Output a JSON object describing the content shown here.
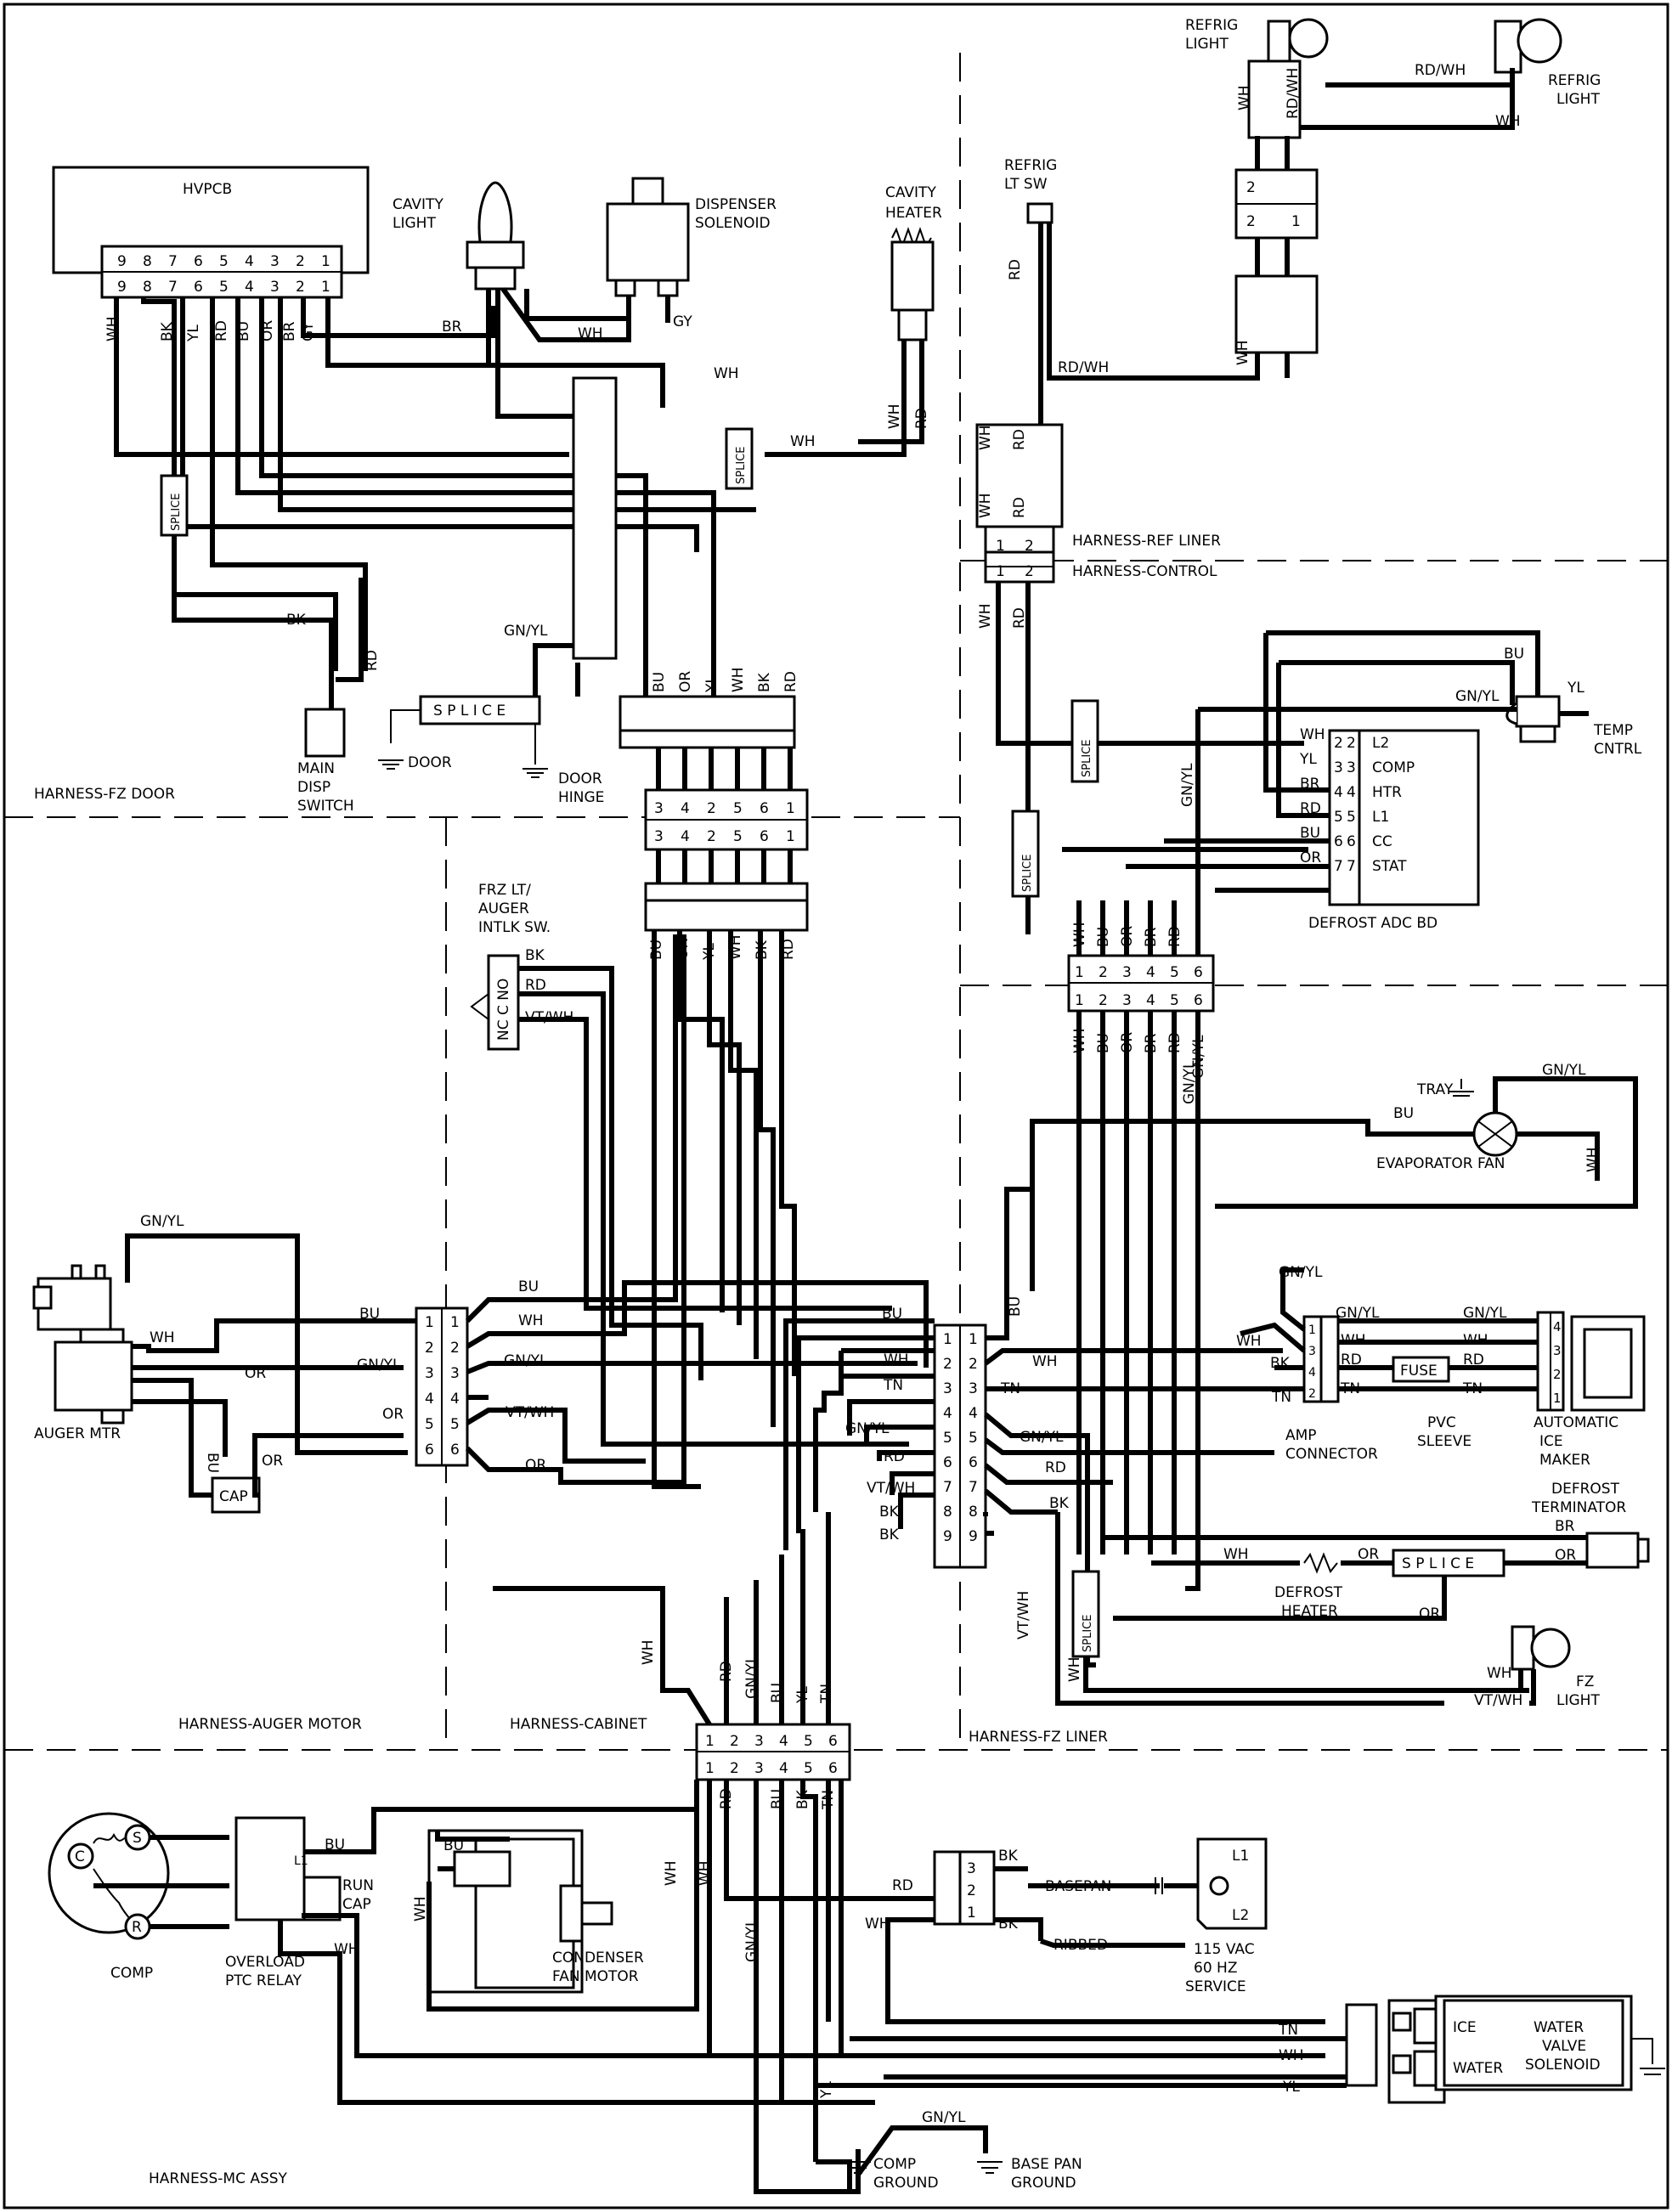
{
  "labels": {
    "hvpcb": "HVPCB",
    "cavity_light": [
      "CAVITY",
      "LIGHT"
    ],
    "dispenser_solenoid": [
      "DISPENSER",
      "SOLENOID"
    ],
    "cavity_heater": [
      "CAVITY",
      "HEATER"
    ],
    "refrig_light_left": [
      "REFRIG",
      "LIGHT"
    ],
    "refrig_light_right": [
      "REFRIG",
      "LIGHT"
    ],
    "refrig_lt_sw": [
      "REFRIG",
      "LT SW"
    ],
    "harness_ref_liner": "HARNESS-REF LINER",
    "harness_control": "HARNESS-CONTROL",
    "temp_cntrl": [
      "TEMP",
      "CNTRL"
    ],
    "defrost_adc_bd": "DEFROST ADC BD",
    "main_disp_switch": [
      "MAIN",
      "DISP",
      "SWITCH"
    ],
    "door": "DOOR",
    "door_hinge": [
      "DOOR",
      "HINGE"
    ],
    "harness_fz_door": "HARNESS-FZ DOOR",
    "frz_lt_auger": [
      "FRZ LT/",
      "AUGER",
      "INTLK SW."
    ],
    "nc_c_no": "NC C NO",
    "tray": "TRAY",
    "evaporator_fan": "EVAPORATOR FAN",
    "auger_mtr": "AUGER MTR",
    "cap": "CAP",
    "amp_connector": [
      "AMP",
      "CONNECTOR"
    ],
    "pvc_sleeve": [
      "PVC",
      "SLEEVE"
    ],
    "automatic_ice_maker": [
      "AUTOMATIC",
      "ICE",
      "MAKER"
    ],
    "fuse": "FUSE",
    "defrost_terminator": [
      "DEFROST",
      "TERMINATOR"
    ],
    "defrost_heater": [
      "DEFROST",
      "HEATER"
    ],
    "fz_light": [
      "FZ",
      "LIGHT"
    ],
    "harness_auger_motor": "HARNESS-AUGER MOTOR",
    "harness_cabinet": "HARNESS-CABINET",
    "harness_fz_liner": "HARNESS-FZ LINER",
    "comp": "COMP",
    "overload_ptc_relay": [
      "OVERLOAD",
      "PTC RELAY"
    ],
    "run_cap": [
      "RUN",
      "CAP"
    ],
    "condenser_fan_motor": [
      "CONDENSER",
      "FAN MOTOR"
    ],
    "basepan": "BASEPAN",
    "ribbed": "RIBBED",
    "service": [
      "115 VAC",
      "60 HZ",
      "SERVICE"
    ],
    "ice_water_valve": [
      "ICE",
      "WATER",
      "VALVE",
      "WATER",
      "SOLENOID"
    ],
    "comp_ground": [
      "COMP",
      "GROUND"
    ],
    "base_pan_ground": [
      "BASE PAN",
      "GROUND"
    ],
    "harness_mc_assy": "HARNESS-MC ASSY",
    "splice": "SPLICE",
    "splice_spaced": "S P L I C E",
    "l1": "L1",
    "l2": "L2"
  },
  "adc_terminals": [
    "L2",
    "COMP",
    "HTR",
    "L1",
    "CC",
    "STAT"
  ],
  "adc_wires": [
    "WH",
    "YL",
    "BR",
    "RD",
    "BU",
    "OR"
  ],
  "hvpcb_pins": [
    "9",
    "8",
    "7",
    "6",
    "5",
    "4",
    "3",
    "2",
    "1"
  ],
  "hvpcb_wires": [
    "WH",
    "BK",
    "YL",
    "RD",
    "BU",
    "OR",
    "BR",
    "GY"
  ],
  "door_hinge_pins": [
    "3",
    "4",
    "2",
    "5",
    "6",
    "1"
  ],
  "door_hinge_wires": [
    "BU",
    "OR",
    "YL",
    "WH",
    "BK",
    "RD"
  ],
  "ctrl_pins": [
    "1",
    "2",
    "3",
    "4",
    "5",
    "6"
  ],
  "ctrl_wires_top": [
    "WH",
    "BU",
    "OR",
    "BR",
    "RD"
  ],
  "ctrl_wires_bot": [
    "WH",
    "BU",
    "OR",
    "BR",
    "RD",
    "GN/YL"
  ],
  "auger_pins": [
    "1",
    "2",
    "3",
    "4",
    "5",
    "6"
  ],
  "fz_pins": [
    "1",
    "2",
    "3",
    "4",
    "5",
    "6",
    "7",
    "8",
    "9"
  ],
  "mc_pins": [
    "1",
    "2",
    "3",
    "4",
    "5",
    "6"
  ],
  "mc_wires_top": [
    "WH",
    "RD",
    "GN/YL",
    "BU",
    "YL",
    "TN"
  ],
  "mc_wires_bot": [
    "WH",
    "RD",
    "BU",
    "BK",
    "TN"
  ],
  "ice_pins": [
    "4",
    "3",
    "2",
    "1"
  ],
  "plug_pins": [
    "3",
    "2",
    "1"
  ],
  "wire_colors": {
    "WH": "WH",
    "BK": "BK",
    "RD": "RD",
    "BU": "BU",
    "OR": "OR",
    "YL": "YL",
    "BR": "BR",
    "GY": "GY",
    "TN": "TN",
    "GNYL": "GN/YL",
    "RDWH": "RD/WH",
    "VTWH": "VT/WH"
  }
}
